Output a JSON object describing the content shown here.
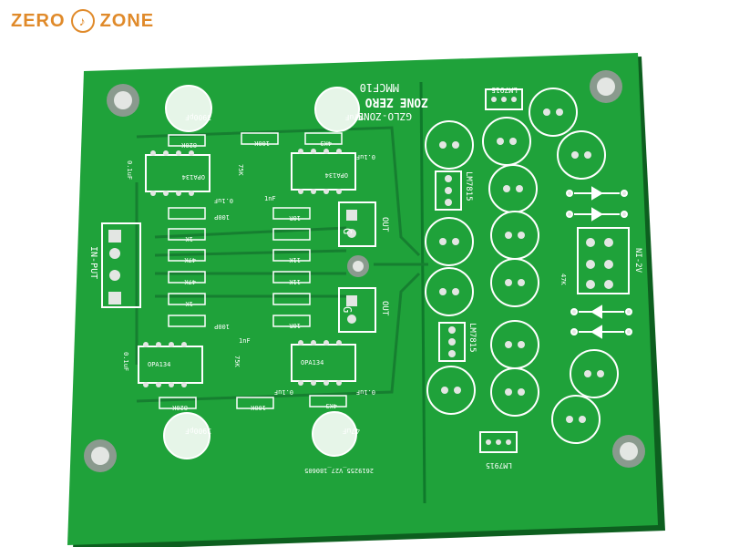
{
  "brand": {
    "left": "ZERO",
    "right": "ZONE",
    "logo_glyph": "♪",
    "color": "#e08a2a"
  },
  "board": {
    "header_lines": [
      "MMCF10",
      "ZERO",
      "ZONE",
      "GZLO-ZONE",
      "TM"
    ],
    "lines": [
      "IN-PUT",
      "OUT",
      "OUT",
      "G",
      "G",
      "NI-2V",
      "LM7815",
      "LM7815",
      "LM7915",
      "LM7915"
    ],
    "caps": [
      "3900pF",
      "3900pF",
      "47uF",
      "47uF",
      "0.1uF",
      "0.1uF",
      "0.1uF",
      "0.1uF",
      "0.1uF",
      "0.1uF",
      "1nF",
      "1nF",
      "100P",
      "100P"
    ],
    "resistors": [
      "820K",
      "820K",
      "100K",
      "100K",
      "4K3",
      "4K3",
      "75K",
      "75K",
      "10R",
      "10R",
      "11K",
      "11K",
      "47K",
      "47K",
      "47K",
      "1K",
      "1K"
    ],
    "ics": [
      "OPA134",
      "OPA134",
      "OPA134",
      "OPA134"
    ],
    "date_code": "2619255_V27_180605",
    "pcb_color": "#1fa23a",
    "silk_color": "#ffffff"
  }
}
